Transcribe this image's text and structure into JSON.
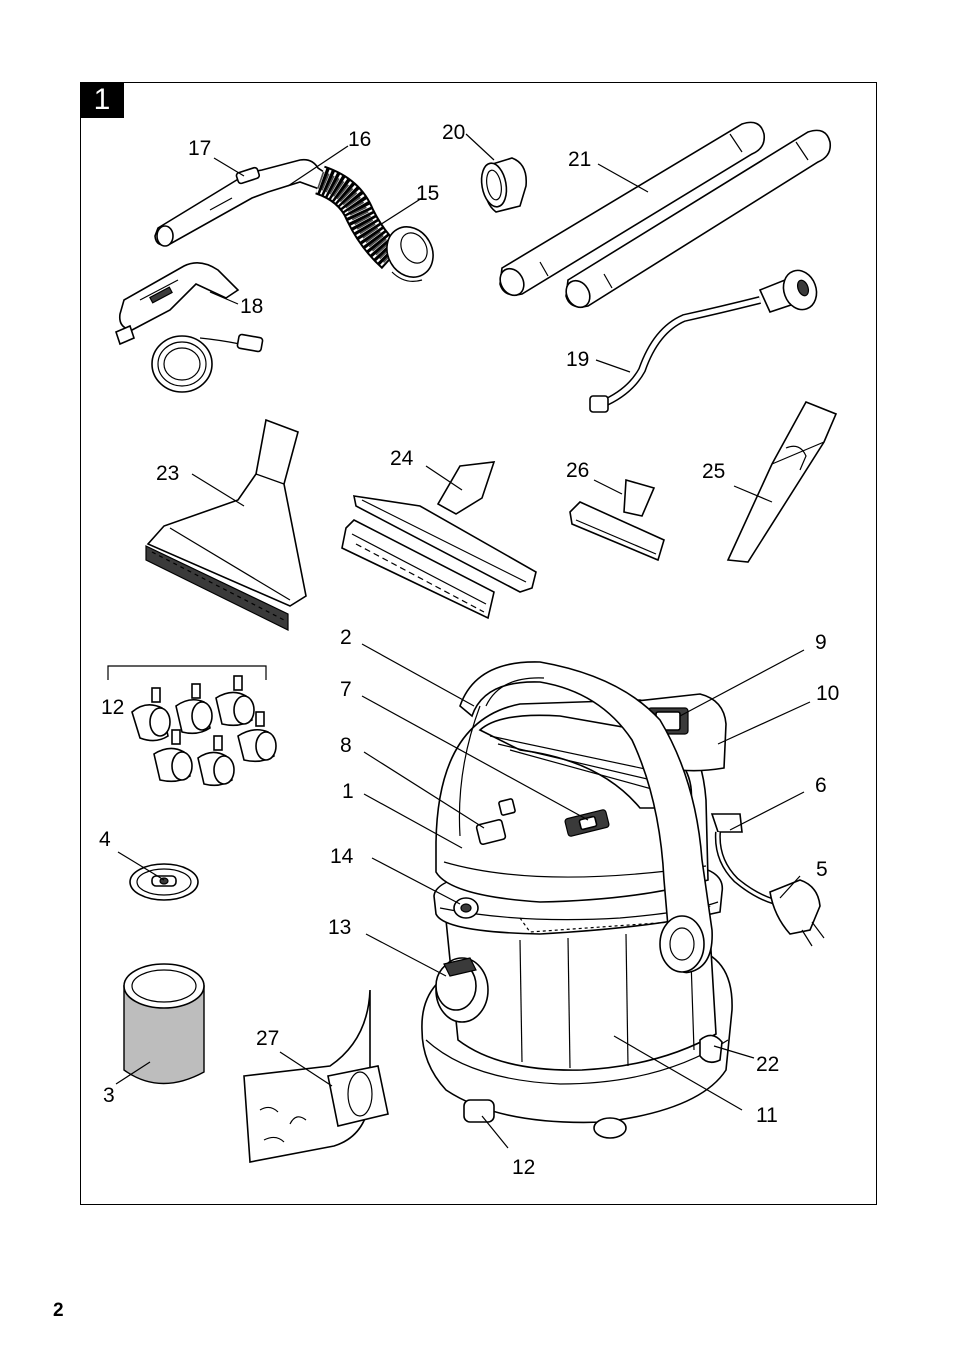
{
  "figure": {
    "number": "1"
  },
  "page": {
    "number": "2"
  },
  "parts": [
    {
      "label": "17",
      "icon": "hose-release-button"
    },
    {
      "label": "16",
      "icon": "hose-handle"
    },
    {
      "label": "15",
      "icon": "suction-hose"
    },
    {
      "label": "20",
      "icon": "adapter-ring"
    },
    {
      "label": "21",
      "icon": "suction-tubes"
    },
    {
      "label": "18",
      "icon": "spray-handle"
    },
    {
      "label": "19",
      "icon": "spray-hose"
    },
    {
      "label": "23",
      "icon": "upholstery-nozzle"
    },
    {
      "label": "24",
      "icon": "floor-nozzle"
    },
    {
      "label": "26",
      "icon": "upholstery-tool"
    },
    {
      "label": "25",
      "icon": "crevice-nozzle"
    },
    {
      "label": "2",
      "icon": "carrying-handle"
    },
    {
      "label": "9",
      "icon": "power-switch"
    },
    {
      "label": "10",
      "icon": "motor-head"
    },
    {
      "label": "7",
      "icon": "spray-pump-switch"
    },
    {
      "label": "12",
      "icon": "castor-set"
    },
    {
      "label": "8",
      "icon": "on-off-switch"
    },
    {
      "label": "1",
      "icon": "detergent-tank"
    },
    {
      "label": "6",
      "icon": "cable-hook"
    },
    {
      "label": "4",
      "icon": "float"
    },
    {
      "label": "14",
      "icon": "spray-connector"
    },
    {
      "label": "5",
      "icon": "mains-plug"
    },
    {
      "label": "13",
      "icon": "suction-connector"
    },
    {
      "label": "27",
      "icon": "filter-bag"
    },
    {
      "label": "22",
      "icon": "accessory-holder"
    },
    {
      "label": "3",
      "icon": "cartridge-filter"
    },
    {
      "label": "11",
      "icon": "container"
    },
    {
      "label": "12",
      "icon": "castor"
    }
  ]
}
